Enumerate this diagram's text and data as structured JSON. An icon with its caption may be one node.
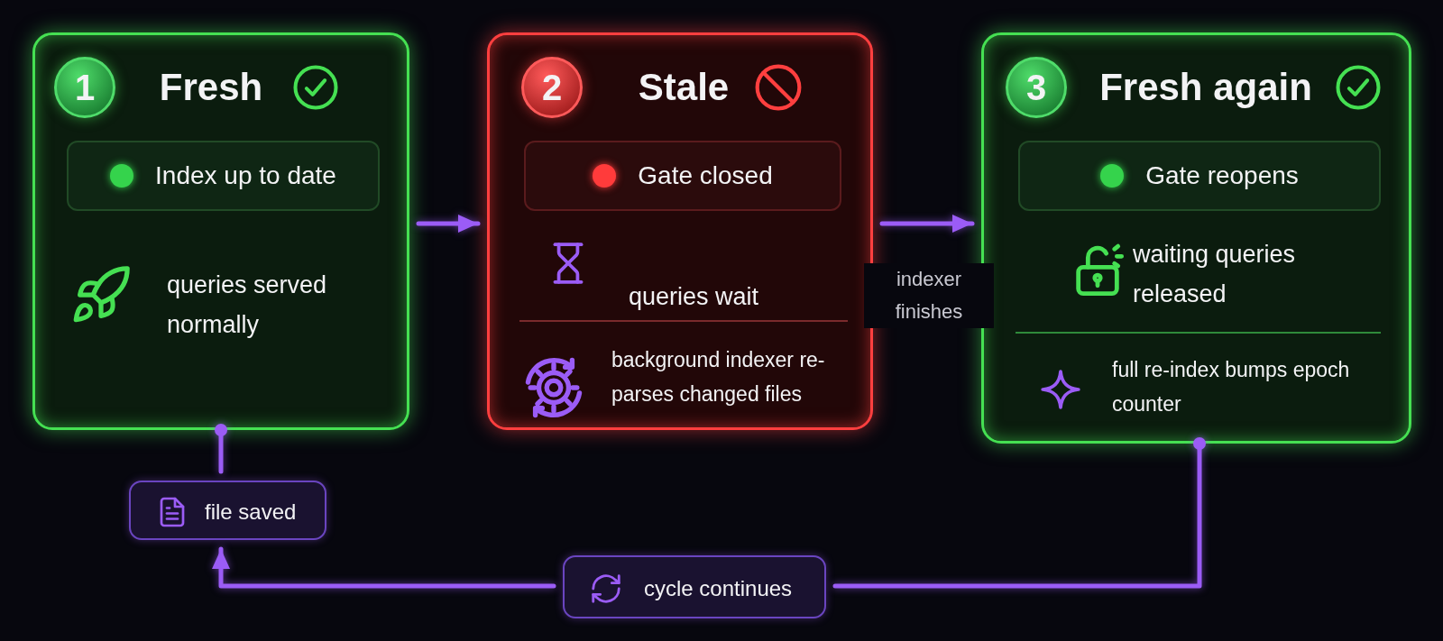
{
  "diagram": {
    "nodes": [
      {
        "text": [
          "Fresh",
          "queries served normally"
        ]
      },
      {
        "text": [
          "1"
        ],
        "in": 0
      },
      {
        "text": [
          "Index up to date"
        ],
        "in": 0
      },
      {
        "text": [
          "Stale",
          "queries wait",
          "background indexer re-parses changed files"
        ]
      },
      {
        "text": [
          "2"
        ],
        "in": 3
      },
      {
        "text": [
          "Gate closed"
        ],
        "in": 3
      },
      {
        "text": [
          "Fresh again",
          "waiting queries released",
          "full re-index bumps epoch counter"
        ]
      },
      {
        "text": [
          "3"
        ],
        "in": 6
      },
      {
        "text": [
          "Gate reopens"
        ],
        "in": 6
      },
      {
        "text": [
          "file saved"
        ]
      },
      {
        "text": [
          "cycle continues"
        ]
      }
    ],
    "edges": [
      {
        "from": 0,
        "to": 3,
        "arrow": "to"
      },
      {
        "from": 3,
        "to": 6,
        "arrow": "to",
        "label": "indexer finishes"
      },
      {
        "from": 0,
        "to": 9,
        "arrow": "other"
      },
      {
        "from": 6,
        "to": 10,
        "arrow": "other"
      },
      {
        "from": 10,
        "to": 9,
        "arrow": "to"
      }
    ]
  }
}
